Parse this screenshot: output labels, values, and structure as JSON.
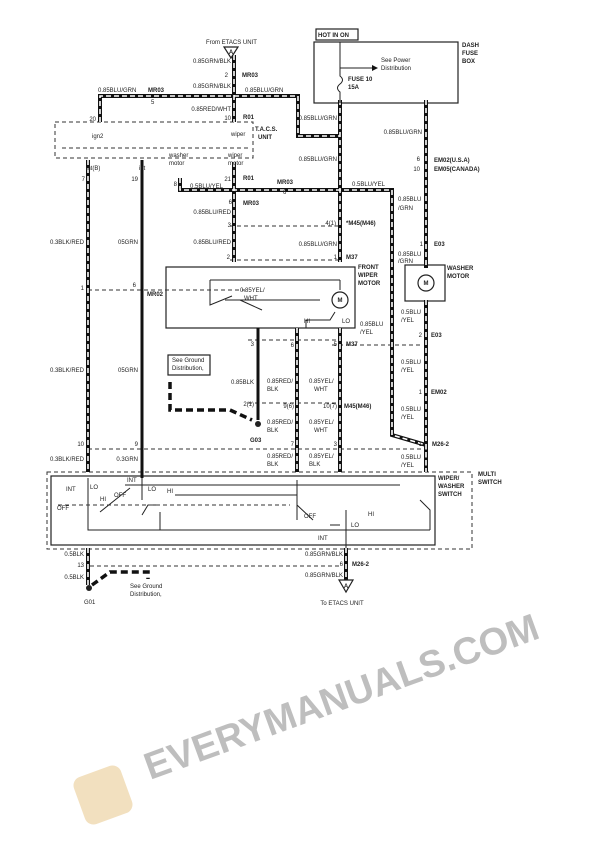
{
  "title": "Wiper/Washer wiring diagram",
  "watermark": "EVERYMANUALS.COM",
  "labels": {
    "hot_in_on": "HOT IN ON",
    "dash_fuse_box": [
      "DASH",
      "FUSE",
      "BOX"
    ],
    "see_power": [
      "See Power",
      "Distribution"
    ],
    "fuse": [
      "FUSE 10",
      "15A"
    ],
    "from_etacs": "From ETACS UNIT",
    "to_etacs": "To ETACS UNIT",
    "connector_a": "A",
    "w_grnblk": "0.85GRN/BLK",
    "w_blugrn": "0.85BLU/GRN",
    "w_redwht": "0.85RED/WHT",
    "w_bluyel": "0.5BLU/YEL",
    "w_blured": "0.85BLU/RED",
    "w_blkred": "0.3BLK/RED",
    "w_05grn": "05GRN",
    "w_03grn": "0.3GRN",
    "w_blk85": "0.85BLK",
    "w_blk5": "0.5BLK",
    "w_yelwht": "0.85YEL/WHT",
    "w_85blu": "0.85BLU",
    "w_grn_slash": "/GRN",
    "w_5blu": "0.5BLU",
    "w_yel_slash": "/YEL",
    "w_85red": "0.85RED/",
    "w_blk_slash": "BLK",
    "w_85yel": "0.85YEL/",
    "w_wht": "WHT",
    "mr03": "MR03",
    "mr02": "MR02",
    "r01": "R01",
    "m37": "M37",
    "m45": "*M45(M46)",
    "m45b": "M45(M46)",
    "em02_usa": "EM02(U.S.A)",
    "em05_canada": "EM05(CANADA)",
    "em02": "EM02",
    "e03": "E03",
    "m26_2": "M26-2",
    "tacs_unit": [
      "T.A.C.S.",
      "UNIT"
    ],
    "ign2": "ign2",
    "intb": "int(B)",
    "int": "int",
    "washer_motor_pin": [
      "washer",
      "motor"
    ],
    "wiper_motor_pin": [
      "wiper",
      "motor"
    ],
    "wiper": "wiper",
    "front_wiper_motor": [
      "FRONT",
      "WIPER",
      "MOTOR"
    ],
    "washer_motor": [
      "WASHER",
      "MOTOR"
    ],
    "motor_symbol": "M",
    "hi": "HI",
    "lo": "LO",
    "int_cap": "INT",
    "off": "OFF",
    "see_ground": [
      "See Ground",
      "Distribution,"
    ],
    "g01": "G01",
    "g03": "G03",
    "wiper_washer_switch": [
      "WIPER/",
      "WASHER",
      "SWITCH"
    ],
    "multi_switch": [
      "MULTI",
      "SWITCH"
    ],
    "pins": {
      "p1": "1",
      "p2": "2",
      "p3": "3",
      "p4_1": "4(1)",
      "p5": "5",
      "p6": "6",
      "p7": "7",
      "p8": "8",
      "p9": "9",
      "p9_6": "9(6)",
      "p10": "10",
      "p10_7": "10(7)",
      "p13": "13",
      "p19": "19",
      "p20": "20",
      "p21": "21",
      "p2_1": "2(1)"
    }
  }
}
